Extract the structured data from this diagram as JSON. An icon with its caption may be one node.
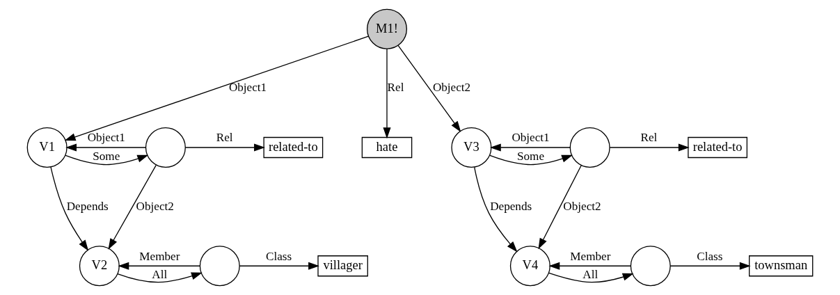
{
  "diagram": {
    "nodes": [
      {
        "text": [
          "M1!"
        ]
      },
      {
        "text": [
          "related-to"
        ]
      },
      {
        "text": [],
        "shape": "circle"
      },
      {
        "text": [
          "V1"
        ]
      },
      {
        "text": [
          "hate"
        ]
      },
      {
        "text": [
          "V3"
        ]
      },
      {
        "text": [],
        "shape": "circle"
      },
      {
        "text": [
          "related-to"
        ]
      },
      {
        "text": [
          "villager"
        ]
      },
      {
        "text": [],
        "shape": "circle"
      },
      {
        "text": [
          "V2"
        ]
      },
      {
        "text": [
          "V4"
        ]
      },
      {
        "text": [],
        "shape": "circle"
      },
      {
        "text": [
          "townsman"
        ]
      }
    ],
    "edges": [
      {
        "from": 0,
        "to": 3,
        "arrow": "to",
        "label": "Object1"
      },
      {
        "from": 0,
        "to": 4,
        "arrow": "to",
        "label": "Rel"
      },
      {
        "from": 0,
        "to": 5,
        "arrow": "to",
        "label": "Object2"
      },
      {
        "from": 3,
        "to": 2,
        "arrow": "to",
        "label": "Some"
      },
      {
        "from": 2,
        "to": 3,
        "arrow": "to",
        "label": "Object1"
      },
      {
        "from": 2,
        "to": 1,
        "arrow": "to",
        "label": "Rel"
      },
      {
        "from": 2,
        "to": 10,
        "arrow": "to",
        "label": "Object2"
      },
      {
        "from": 3,
        "to": 10,
        "arrow": "to",
        "label": "Depends"
      },
      {
        "from": 5,
        "to": 6,
        "arrow": "to",
        "label": "Some"
      },
      {
        "from": 6,
        "to": 5,
        "arrow": "to",
        "label": "Object1"
      },
      {
        "from": 6,
        "to": 7,
        "arrow": "to",
        "label": "Rel"
      },
      {
        "from": 6,
        "to": 11,
        "arrow": "to",
        "label": "Object2"
      },
      {
        "from": 5,
        "to": 11,
        "arrow": "to",
        "label": "Depends"
      },
      {
        "from": 10,
        "to": 9,
        "arrow": "to",
        "label": "All"
      },
      {
        "from": 9,
        "to": 10,
        "arrow": "to",
        "label": "Member"
      },
      {
        "from": 9,
        "to": 8,
        "arrow": "to",
        "label": "Class"
      },
      {
        "from": 11,
        "to": 12,
        "arrow": "to",
        "label": "All"
      },
      {
        "from": 12,
        "to": 11,
        "arrow": "to",
        "label": "Member"
      },
      {
        "from": 12,
        "to": 13,
        "arrow": "to",
        "label": "Class"
      }
    ]
  }
}
